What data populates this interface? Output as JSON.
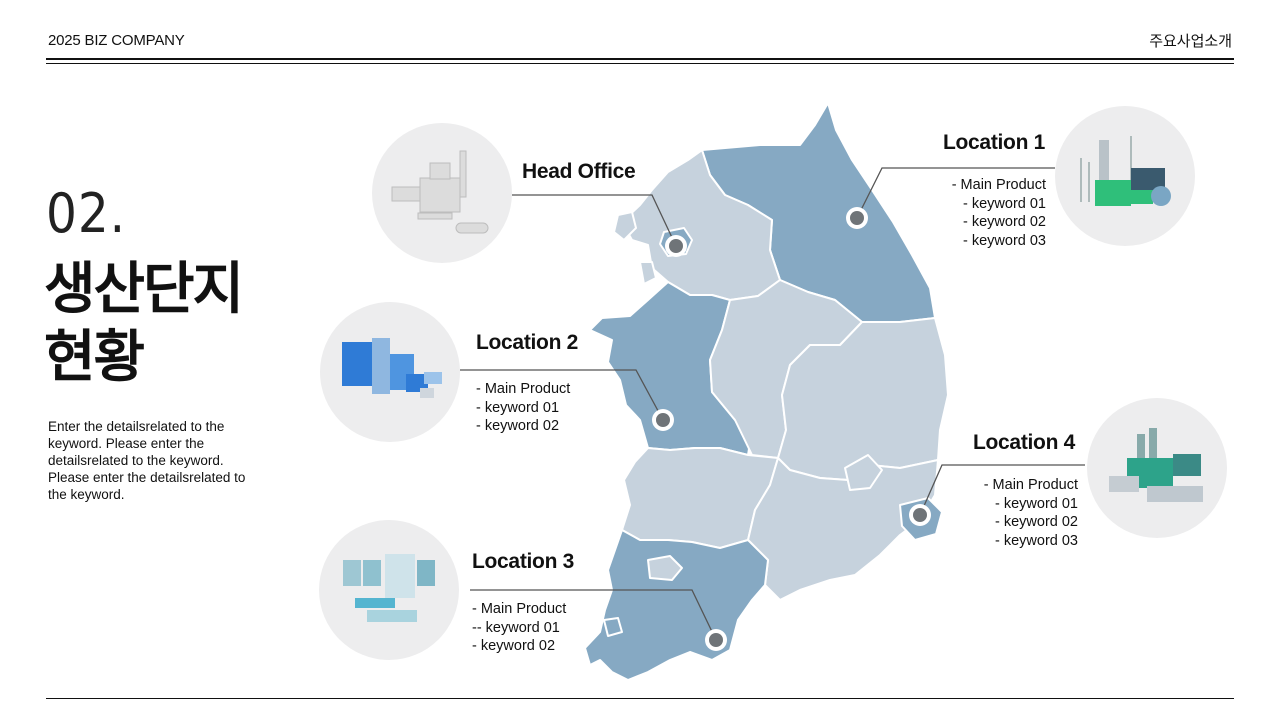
{
  "header": {
    "company": "2025 BIZ COMPANY",
    "section": "주요사업소개"
  },
  "section": {
    "number": "02.",
    "title": "생산단지\n현황",
    "description": "Enter the detailsrelated to the keyword. Please enter the detailsrelated to the keyword. Please  enter the detailsrelated to the keyword."
  },
  "locations": {
    "head_office": {
      "title": "Head Office",
      "items": []
    },
    "location1": {
      "title": "Location 1",
      "items": [
        "- Main Product",
        "-  keyword 01",
        "-  keyword 02",
        "-  keyword 03"
      ]
    },
    "location2": {
      "title": "Location 2",
      "items": [
        "- Main Product",
        "-  keyword 01",
        "-  keyword 02"
      ]
    },
    "location3": {
      "title": "Location 3",
      "items": [
        "- Main Product",
        "-- keyword 01",
        "-  keyword 02"
      ]
    },
    "location4": {
      "title": "Location 4",
      "items": [
        "- Main Product",
        "-  keyword 01",
        "-  keyword 02",
        "-  keyword 03"
      ]
    }
  },
  "colors": {
    "region_dark": "#86a9c3",
    "region_light": "#c6d2dd",
    "marker_fill": "#6f7478",
    "circle_bg": "#ededee",
    "leader_line": "#555555"
  }
}
